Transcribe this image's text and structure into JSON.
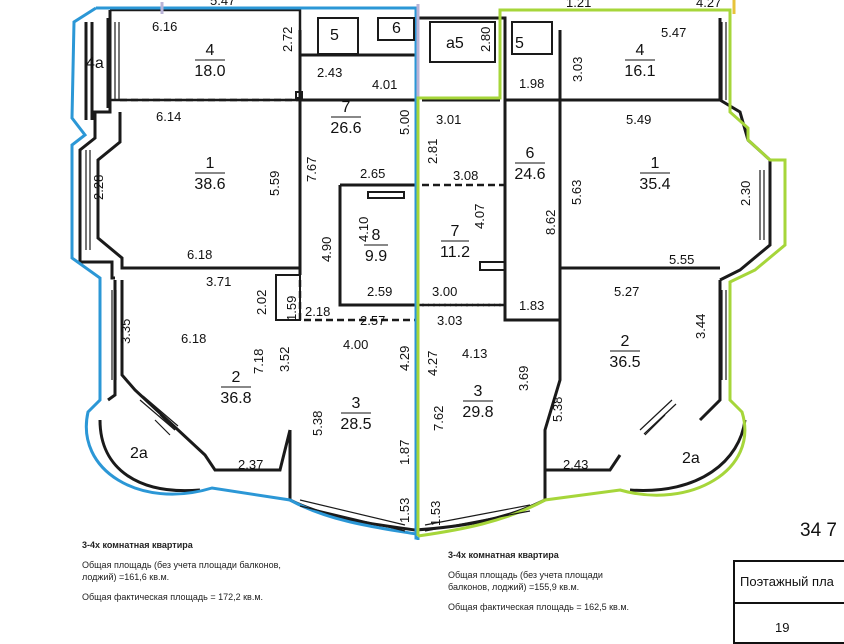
{
  "top_labels": [
    "5.47",
    "1.21",
    "4.27"
  ],
  "left_apt": {
    "rooms": [
      {
        "id": "l4",
        "num": "4",
        "area": "18.0"
      },
      {
        "id": "l7",
        "num": "7",
        "area": "26.6"
      },
      {
        "id": "l1",
        "num": "1",
        "area": "38.6"
      },
      {
        "id": "l8",
        "num": "8",
        "area": "9.9"
      },
      {
        "id": "l2",
        "num": "2",
        "area": "36.8"
      },
      {
        "id": "l3",
        "num": "3",
        "area": "28.5"
      }
    ],
    "labels": [
      "4a",
      "5",
      "6",
      "2a",
      "a5"
    ],
    "dims": [
      "6.16",
      "2.72",
      "2.43",
      "4.01",
      "5.00",
      "2.80",
      "6.14",
      "2.28",
      "5.59",
      "7.67",
      "2.65",
      "6.18",
      "4.10",
      "4.90",
      "3.71",
      "2.02",
      "1.59",
      "2.18",
      "2.59",
      "2.57",
      "3.35",
      "6.18",
      "7.18",
      "3.52",
      "4.00",
      "4.29",
      "5.38",
      "2.37",
      "1.87",
      "1.53"
    ]
  },
  "right_apt": {
    "rooms": [
      {
        "id": "r4",
        "num": "4",
        "area": "16.1"
      },
      {
        "id": "r6",
        "num": "6",
        "area": "24.6"
      },
      {
        "id": "r1",
        "num": "1",
        "area": "35.4"
      },
      {
        "id": "r7",
        "num": "7",
        "area": "11.2"
      },
      {
        "id": "r2",
        "num": "2",
        "area": "36.5"
      },
      {
        "id": "r3",
        "num": "3",
        "area": "29.8"
      }
    ],
    "labels": [
      "5",
      "2a"
    ],
    "dims": [
      "3.03",
      "5.47",
      "1.98",
      "3.01",
      "5.49",
      "2.81",
      "3.08",
      "5.63",
      "2.30",
      "4.07",
      "8.62",
      "5.55",
      "3.00",
      "1.83",
      "5.27",
      "3.03",
      "3.44",
      "4.27",
      "4.13",
      "3.69",
      "7.62",
      "5.38",
      "2.43",
      "1.53"
    ]
  },
  "left_info": {
    "heading": "3-4х комнатная квартира",
    "line1": "Общая площадь (без учета площади балконов,",
    "line2": "лоджий) =161,6 кв.м.",
    "line3": "Общая фактическая площадь = 172,2 кв.м."
  },
  "right_info": {
    "heading": "3-4х комнатная квартира",
    "line1": "Общая площадь (без учета площади",
    "line2": "балконов, лоджий) =155,9 кв.м.",
    "line3": "Общая фактическая площадь = 162,5 кв.м."
  },
  "stamp": {
    "number": "34 7",
    "title": "Поэтажный пла",
    "floor": "19"
  },
  "colors": {
    "left_outline": "#2b97d6",
    "right_outline": "#a6d63a",
    "partition": "#b9b3d6",
    "wall": "#1a1a1a"
  }
}
